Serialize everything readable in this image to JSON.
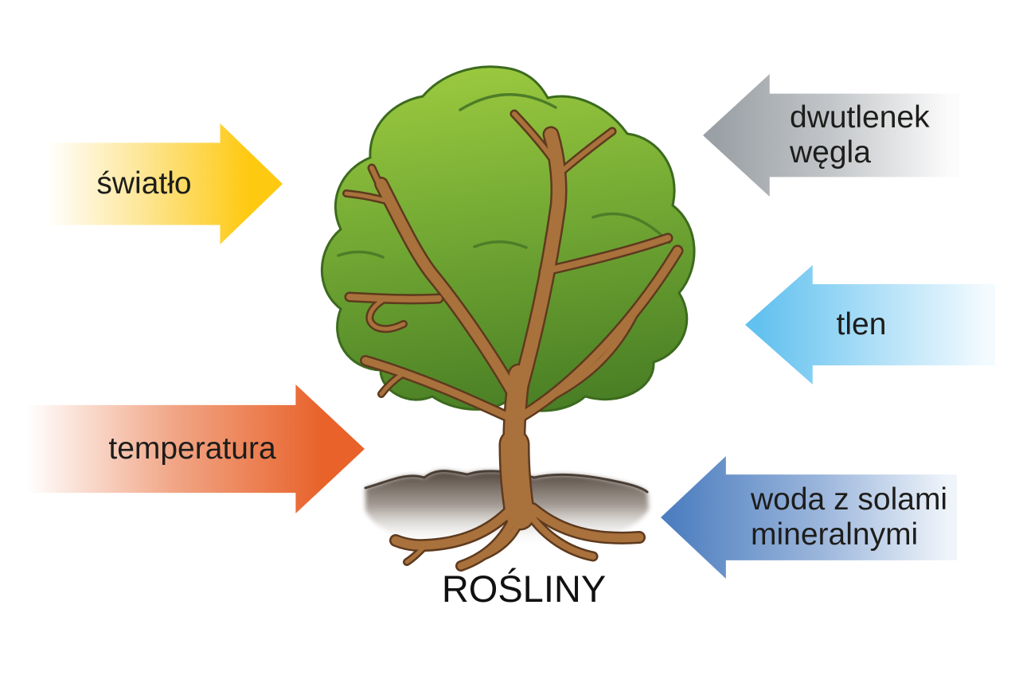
{
  "diagram": {
    "title": "ROŚLINY",
    "subject": "tree-illustration",
    "arrows": [
      {
        "id": "swiatlo",
        "lines": [
          "światło"
        ],
        "color": "#fec911",
        "direction": "right",
        "side": "left"
      },
      {
        "id": "temperatura",
        "lines": [
          "temperatura"
        ],
        "color": "#e8622a",
        "direction": "right",
        "side": "left"
      },
      {
        "id": "dwutlenek-wegla",
        "lines": [
          "dwutlenek",
          "węgla"
        ],
        "color": "#9aa0a5",
        "direction": "left",
        "side": "right"
      },
      {
        "id": "tlen",
        "lines": [
          "tlen"
        ],
        "color": "#62c1ef",
        "direction": "left",
        "side": "right"
      },
      {
        "id": "woda",
        "lines": [
          "woda z solami",
          "mineralnymi"
        ],
        "color": "#4e7fc0",
        "direction": "left",
        "side": "right"
      }
    ],
    "tree_colors": {
      "crown_top": "#9bc93f",
      "crown_bottom": "#4a7f25",
      "crown_outline": "#3c6a1e",
      "wood_fill": "#a9713c",
      "wood_outline": "#5d3a1e",
      "soil": "#50443b"
    },
    "background": "#ffffff",
    "text_color": "#1d1d1b"
  }
}
